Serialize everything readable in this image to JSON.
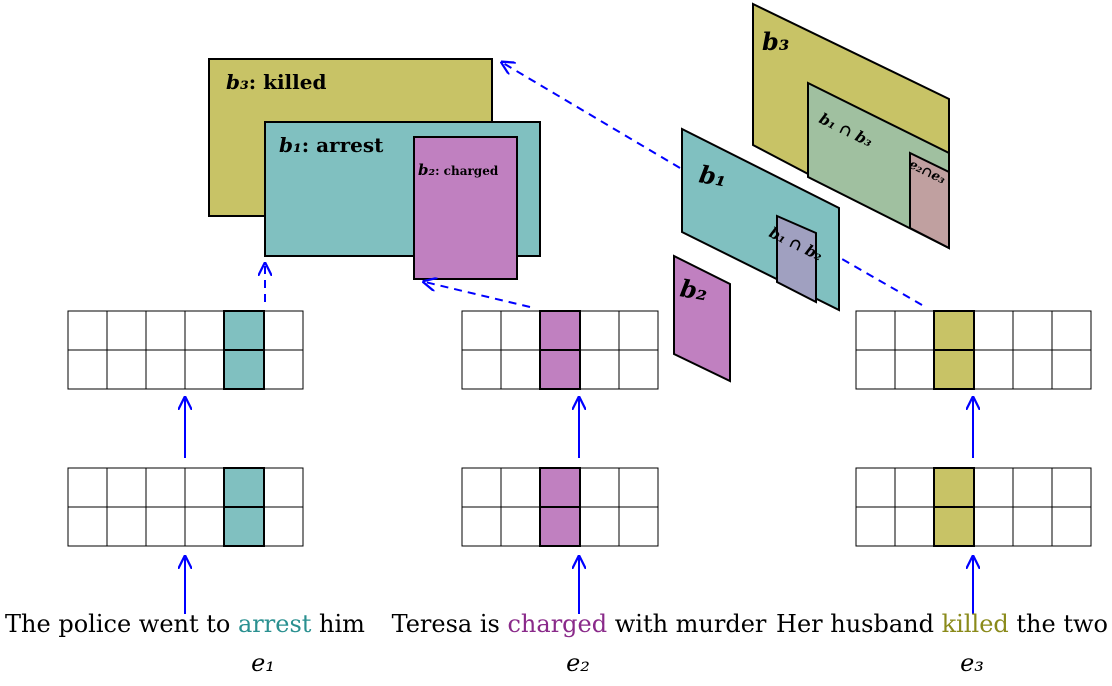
{
  "colors": {
    "olive": "#c8c366",
    "teal": "#80c0c0",
    "purple": "#c080c0",
    "green_intersect": "#a0c0a0",
    "lavender_intersect": "#a0a0c0",
    "rose_intersect": "#c0a0a0",
    "arrow": "#0000ff",
    "arrest_word": "#2a9090",
    "charged_word": "#8a2a8a",
    "killed_word": "#8a8a1a"
  },
  "boxes_left": {
    "b3_label": "b₃",
    "b3_text": ": killed",
    "b1_label": "b₁",
    "b1_text": ": arrest",
    "b2_label": "b₂",
    "b2_text": ": charged"
  },
  "boxes_right": {
    "b3": "b₃",
    "b1": "b₁",
    "b2": "b₂",
    "b1_cap_b3": "b₁ ∩ b₃",
    "b1_cap_b2": "b₁ ∩ b₂",
    "e2_cap_e3": "e₂∩e₃"
  },
  "sentences": [
    {
      "pre": "The police went to ",
      "word": "arrest",
      "post": " him",
      "event": "e₁"
    },
    {
      "pre": "Teresa is ",
      "word": "charged",
      "post": " with murder",
      "event": "e₂"
    },
    {
      "pre": "Her husband ",
      "word": "killed",
      "post": " the two",
      "event": "e₃"
    }
  ]
}
